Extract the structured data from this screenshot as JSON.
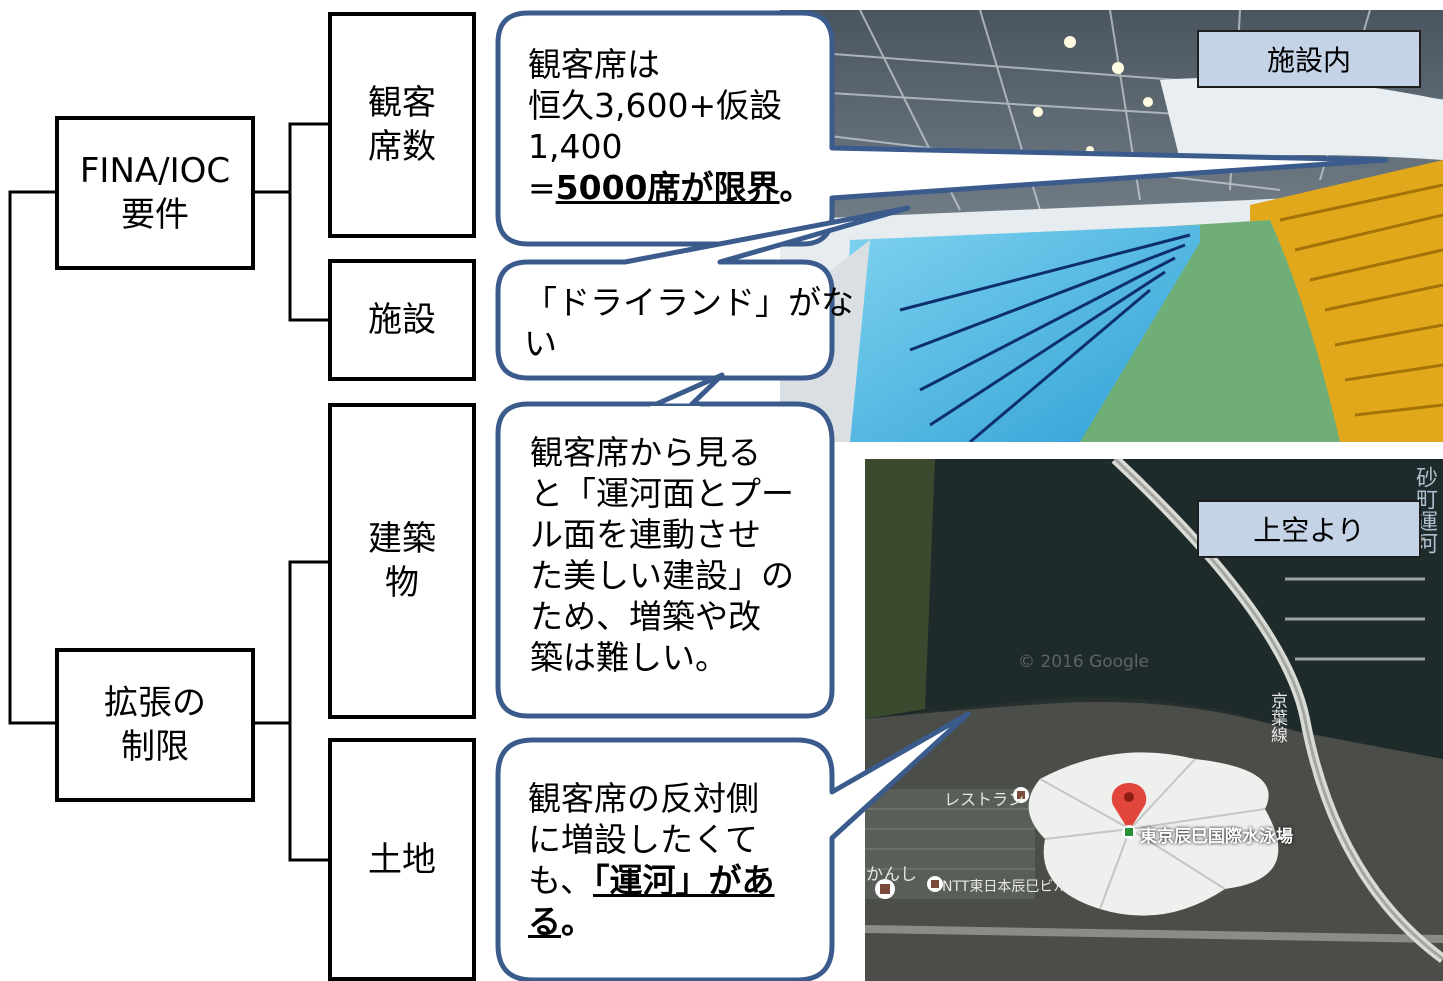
{
  "tree": {
    "root_left": {
      "fina": "FINA/IOC\n要件",
      "expansion": "拡張の\n制限"
    },
    "leaves": {
      "seats": "観客\n席数",
      "facility": "施設",
      "building": "建築\n物",
      "land": "土地"
    }
  },
  "bubbles": {
    "seats_line1": "観客席は",
    "seats_line2": "恒久3,600+仮設",
    "seats_line3": "1,400",
    "seats_line4_prefix": "=",
    "seats_line4_bold": "5000席が限界",
    "seats_line4_suffix": "。",
    "facility_line1": "「ドライランド」がな",
    "facility_line2": "い",
    "building_lines": [
      "観客席から見る",
      "と「運河面とプー",
      "ル面を連動させ",
      "た美しい建設」の",
      "ため、増築や改",
      "築は難しい。"
    ],
    "land_line1": "観客席の反対側",
    "land_line2": "に増設したくて",
    "land_line3_prefix": "も、",
    "land_line3_bold": "「運河」があ",
    "land_line4_bold": "る",
    "land_line4_suffix": "。"
  },
  "photos": {
    "inside_label": "施設内",
    "aerial_label": "上空より",
    "map_labels": {
      "restaurant": "レストラン",
      "venue": "東京辰巳国際水泳場",
      "ntt": "NTT東日本辰巳ビル",
      "kanshi": "かんし",
      "keiyo": "京葉線",
      "canal": "砂町運河",
      "copyright": "© 2016 Google"
    }
  },
  "colors": {
    "bubble_border": "#3a5b8c",
    "tag_fill": "#c5d3e6",
    "pin": "#e2453c"
  }
}
